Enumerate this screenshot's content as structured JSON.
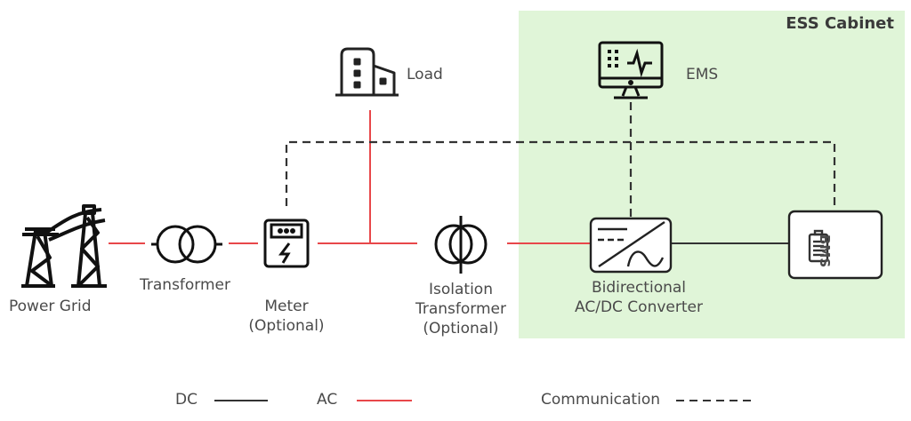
{
  "diagram": {
    "cabinet": {
      "title": "ESS Cabinet",
      "fill": "#e0f5d8"
    },
    "nodes": {
      "power_grid": {
        "label": "Power Grid",
        "icon": "power-tower-icon"
      },
      "transformer": {
        "label": "Transformer",
        "icon": "transformer-icon"
      },
      "meter": {
        "label_line1": "Meter",
        "label_line2": "(Optional)",
        "icon": "meter-icon"
      },
      "load": {
        "label": "Load",
        "icon": "building-icon"
      },
      "isolation_transformer": {
        "label_line1": "Isolation",
        "label_line2": "Transformer",
        "label_line3": "(Optional)",
        "icon": "isolation-transformer-icon"
      },
      "converter": {
        "label_line1": "Bidirectional",
        "label_line2": "AC/DC Converter",
        "icon": "ac-dc-converter-icon"
      },
      "ems": {
        "label": "EMS",
        "icon": "monitor-icon"
      },
      "bms": {
        "label": "BMS",
        "icon": "battery-icon"
      }
    },
    "colors": {
      "ac": "#e8474a",
      "dc": "#333333",
      "communication": "#333333"
    },
    "legend": [
      {
        "label": "DC",
        "style": "solid",
        "color": "#333333"
      },
      {
        "label": "AC",
        "style": "solid",
        "color": "#e8474a"
      },
      {
        "label": "Communication",
        "style": "dashed",
        "color": "#333333"
      }
    ]
  }
}
